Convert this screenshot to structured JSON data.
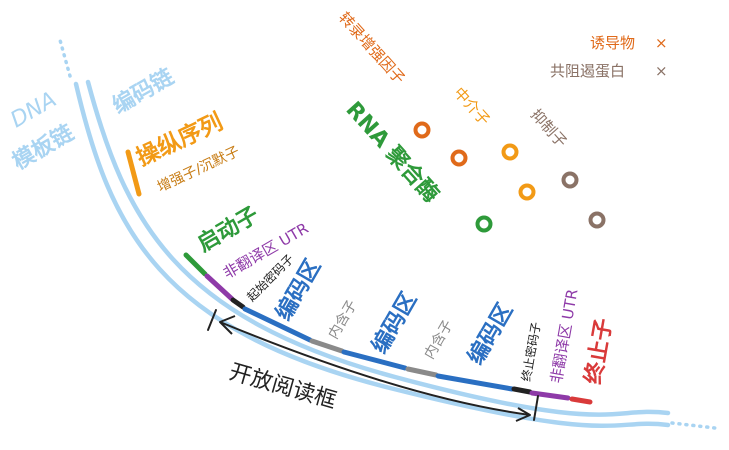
{
  "colors": {
    "dna": "#a9d4f2",
    "dna_label": "#a9d4f2",
    "operator": "#f29a16",
    "enhancer_silencer": "#c77b12",
    "promoter": "#2e9a3a",
    "utr": "#8e3aa8",
    "codon": "#222222",
    "coding": "#2a6fc2",
    "intron": "#8a8a8a",
    "terminator": "#d93a3a",
    "transcription_factor": "#e06a1a",
    "mediator": "#f29a16",
    "repressor": "#8a7266",
    "rna_polymerase": "#2e9a3a",
    "inducer": "#e06a1a",
    "corepressor": "#8a7266",
    "orf_arrow": "#222222"
  },
  "strands": {
    "dna": "DNA",
    "template": "模板链",
    "coding": "编码链"
  },
  "regions": {
    "operator": "操纵序列",
    "enhancer_silencer": "增强子/沉默子",
    "promoter": "启动子",
    "utr5": "非翻译区 UTR",
    "start_codon": "起始密码子",
    "coding1": "编码区",
    "intron1": "内含子",
    "coding2": "编码区",
    "intron2": "内含子",
    "coding3": "编码区",
    "stop_codon": "终止密码子",
    "utr3": "非翻译区 UTR",
    "terminator": "终止子",
    "orf": "开放阅读框"
  },
  "factors": {
    "transcription_factor": "转录增强因子",
    "mediator": "中介子",
    "repressor": "抑制子",
    "rna_polymerase": "RNA 聚合酶"
  },
  "legend": {
    "inducer": "诱导物",
    "corepressor": "共阻遏蛋白",
    "mark": "×"
  }
}
